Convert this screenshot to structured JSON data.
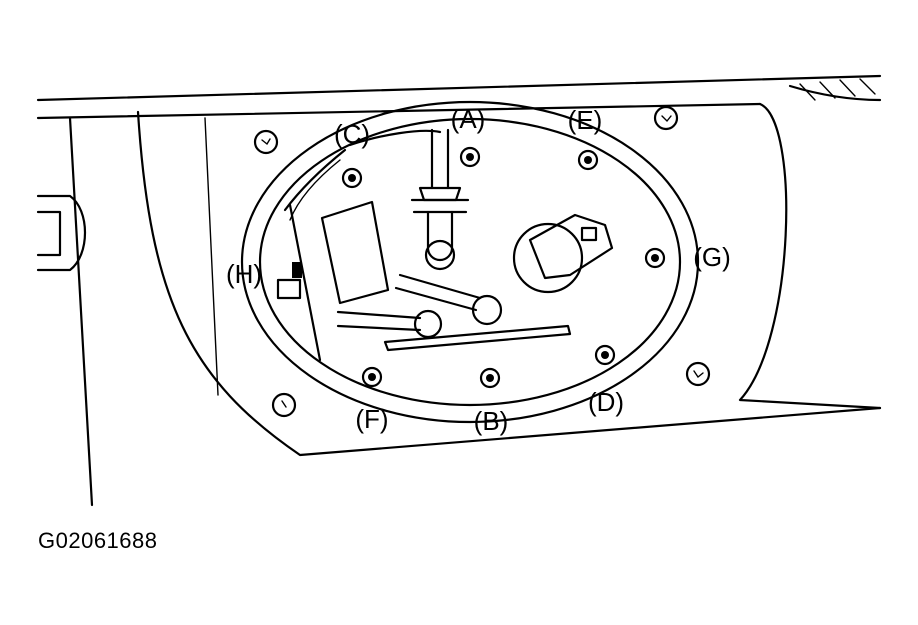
{
  "figure_id": "G02061688",
  "callouts": {
    "A": "(A)",
    "B": "(B)",
    "C": "(C)",
    "D": "(D)",
    "E": "(E)",
    "F": "(F)",
    "G": "(G)",
    "H": "(H)"
  },
  "colors": {
    "ink": "#000000",
    "paper": "#ffffff"
  }
}
